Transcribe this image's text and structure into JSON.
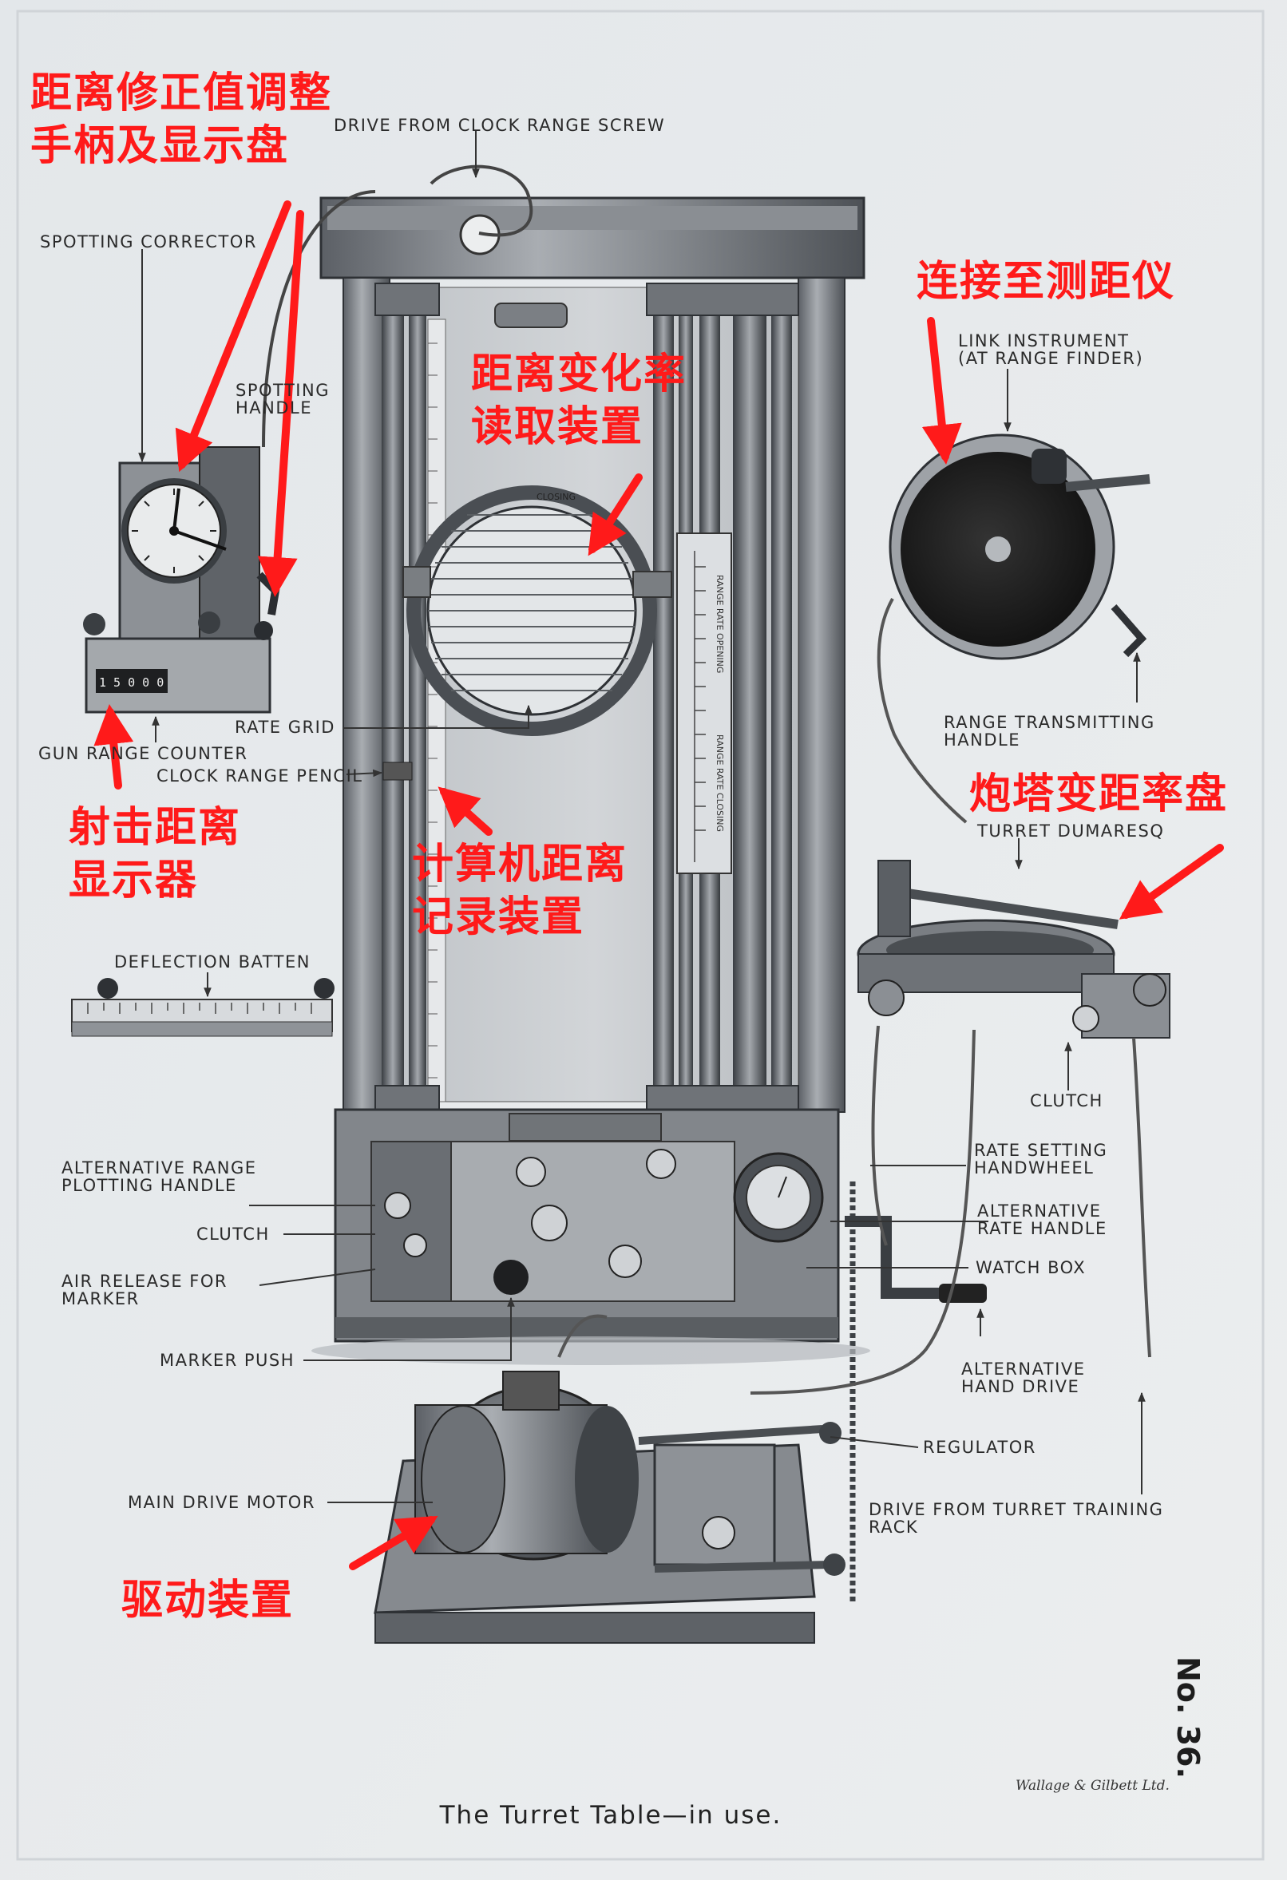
{
  "caption": "The Turret Table—in use.",
  "plate_number": "No. 36.",
  "printer": "Wallage & Gilbett Ltd.",
  "labels": {
    "drive_from_clock": "DRIVE FROM CLOCK RANGE SCREW",
    "spotting_corrector": "SPOTTING CORRECTOR",
    "spotting_handle": "SPOTTING\nHANDLE",
    "link_instrument": "LINK INSTRUMENT\n(AT RANGE FINDER)",
    "range_transmitting_handle": "RANGE TRANSMITTING\nHANDLE",
    "turret_dumaresq": "TURRET DUMARESQ",
    "rate_grid": "RATE GRID",
    "gun_range_counter": "GUN RANGE COUNTER",
    "clock_range_pencil": "CLOCK RANGE PENCIL",
    "deflection_batten": "DEFLECTION BATTEN",
    "clutch_right": "CLUTCH",
    "rate_setting_handwheel": "RATE SETTING\nHANDWHEEL",
    "alternative_rate_handle": "ALTERNATIVE\nRATE HANDLE",
    "watch_box": "WATCH BOX",
    "alternative_hand_drive": "ALTERNATIVE\nHAND DRIVE",
    "alternative_range_plotting_handle": "ALTERNATIVE RANGE\nPLOTTING HANDLE",
    "clutch_left": "CLUTCH",
    "air_release_for_marker": "AIR RELEASE FOR\nMARKER",
    "marker_push": "MARKER PUSH",
    "regulator": "REGULATOR",
    "main_drive_motor": "MAIN DRIVE MOTOR",
    "drive_from_turret_training_rack": "DRIVE FROM TURRET TRAINING\nRACK"
  },
  "rate_scale_text": {
    "opening": "RANGE RATE OPENING",
    "closing": "RANGE RATE CLOSING",
    "ring_top": "CLOSING"
  },
  "counter_digits": "1 5 0 0 0",
  "annotations_cn": {
    "range_correction": "距离修正值调整\n手柄及显示盘",
    "link_rangefinder": "连接至测距仪",
    "rate_reading": "距离变化率\n读取装置",
    "turret_dumaresq": "炮塔变距率盘",
    "firing_range_display": "射击距离\n显示器",
    "computer_range_record": "计算机距离\n记录装置",
    "drive_unit": "驱动装置"
  },
  "colors": {
    "annotation_red": "#ff1a1a",
    "background": "#e7eaec",
    "ink": "#2a2a2a"
  }
}
